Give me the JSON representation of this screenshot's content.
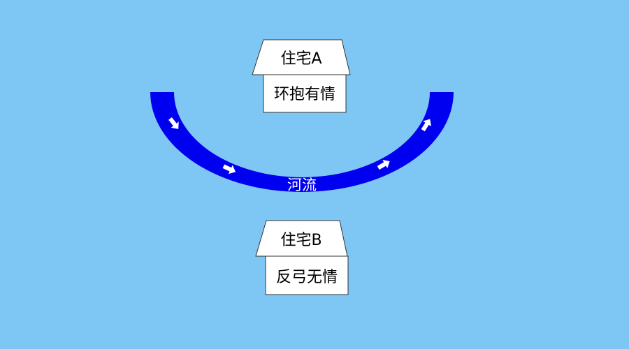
{
  "colors": {
    "background": "#7EC7F4",
    "river": "#0000F0",
    "house": "#FFFFFF",
    "outline": "#333333",
    "arrow": "#FFFFFF"
  },
  "house_a": {
    "roof_label": "住宅A",
    "body_label": "环抱有情"
  },
  "house_b": {
    "roof_label": "住宅B",
    "body_label": "反弓无情"
  },
  "river": {
    "label": "河流",
    "arrow_icon": "flow-direction-arrow-icon"
  }
}
